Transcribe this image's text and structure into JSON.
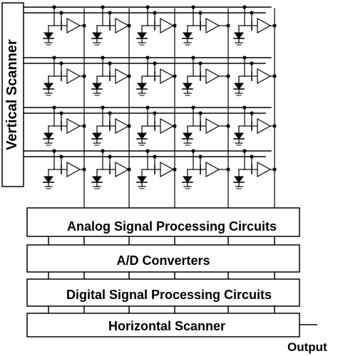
{
  "diagram": {
    "vertical_scanner": {
      "label": "Vertical Scanner"
    },
    "pixel_array": {
      "rows": 4,
      "columns": 5,
      "pixel_parts": [
        "photodiode-icon",
        "transistor-icon",
        "amplifier-icon"
      ]
    },
    "blocks": [
      {
        "id": "analog-signal-processing",
        "label": "Analog Signal Processing Circuits"
      },
      {
        "id": "ad-converters",
        "label": "A/D Converters"
      },
      {
        "id": "digital-signal-processing",
        "label": "Digital Signal Processing Circuits"
      },
      {
        "id": "horizontal-scanner",
        "label": "Horizontal Scanner"
      }
    ],
    "output": {
      "label": "Output"
    },
    "colors": {
      "line": "#000000",
      "background": "#ffffff"
    }
  }
}
